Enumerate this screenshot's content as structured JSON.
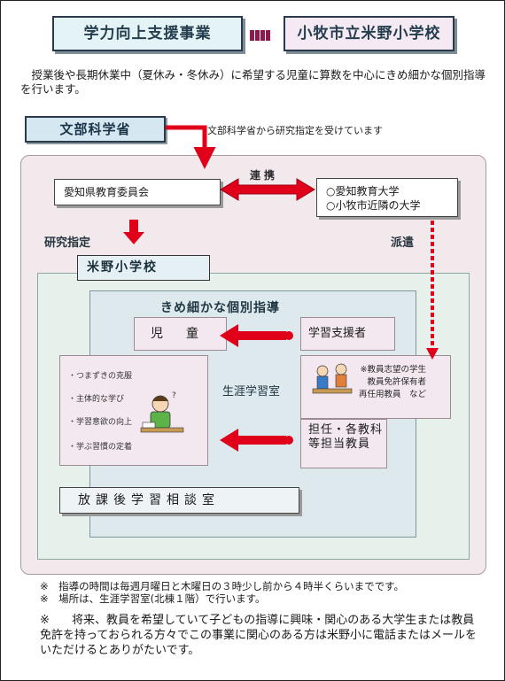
{
  "header": {
    "project_title": "学力向上支援事業",
    "school_name": "小牧市立米野小学校"
  },
  "intro": "授業後や長期休業中（夏休み・冬休み）に希望する児童に算数を中心にきめ細かな個別指導を行います。",
  "mext": {
    "label": "文部科学省",
    "note": "文部科学省から研究指定を受けています"
  },
  "diagram": {
    "prefecture_board": "愛知県教育委員会",
    "universities": [
      "○愛知教育大学",
      "○小牧市近隣の大学"
    ],
    "cooperation": "連携",
    "research_designation": "研究指定",
    "dispatch": "派遣",
    "school": "米野小学校",
    "program": "きめ細かな個別指導",
    "children": "児　童",
    "learning_supporter": "学習支援者",
    "children_items": [
      "・つまずきの克服",
      "・主体的な学び",
      "・学習意欲の向上",
      "・学ぶ習慣の定着"
    ],
    "lifelong_room": "生涯学習室",
    "supporter_note": [
      "※教員志望の学生",
      "教員免許保有者",
      "再任用教員　など"
    ],
    "teachers": "担任・各教科等担当教員",
    "after_school_room": "放課後学習相談室"
  },
  "notes": {
    "time": "※　指導の時間は毎週月曜日と木曜日の３時少し前から４時半くらいまでです。",
    "place": "※　場所は、生涯学習室(北棟１階）で行います。",
    "request_mark": "※",
    "request": "将来、教員を希望していて子どもの指導に興味・関心のある大学生または教員免許を持っておられる方々でこの事業に関心のある方は米野小に電話またはメールをいただけるとありがたいです。"
  },
  "colors": {
    "arrow": "#e0001a",
    "outer_bg": "#f1e9ec",
    "school_bg": "#e7f1ec",
    "inner_bg": "#dde9ec"
  }
}
